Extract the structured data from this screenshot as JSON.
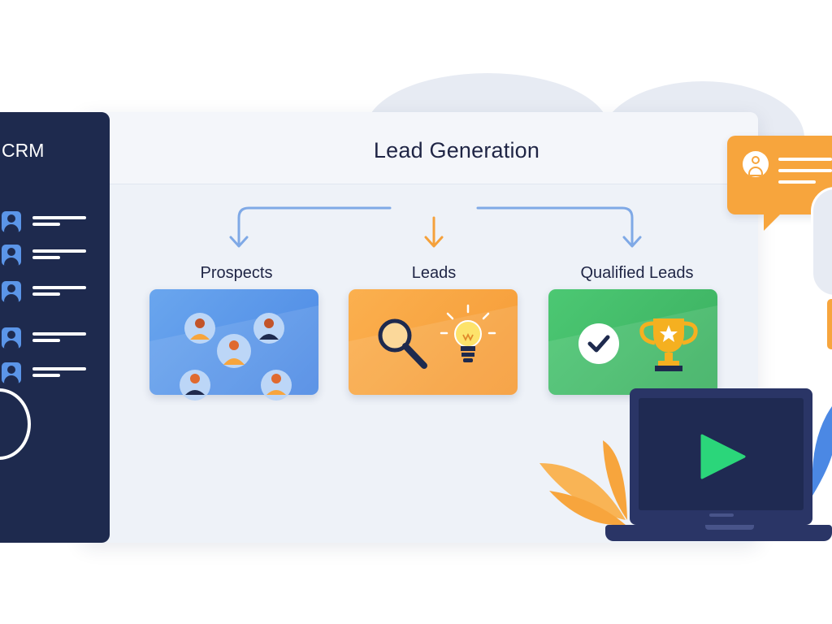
{
  "sidebar": {
    "title": "CRM",
    "rows": 5
  },
  "diagram": {
    "title": "Lead Generation",
    "stages": [
      {
        "label": "Prospects",
        "color": "#4b88e4",
        "icon": "people-group-icon"
      },
      {
        "label": "Leads",
        "color": "#f59a35",
        "icon": "magnifier-lightbulb-icon"
      },
      {
        "label": "Qualified Leads",
        "color": "#3aae5f",
        "icon": "checkmark-trophy-icon"
      }
    ]
  },
  "colors": {
    "navy": "#1e2a4e",
    "blue": "#5b95e8",
    "orange": "#f7a53d",
    "green": "#3aae5f",
    "play": "#2bd67a"
  },
  "icons": {
    "bubble": "chat-bubble-icon",
    "laptop": "laptop-icon",
    "play": "play-icon"
  }
}
